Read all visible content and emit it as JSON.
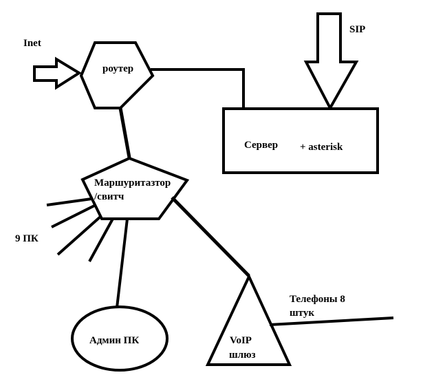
{
  "labels": {
    "inet": "Inet",
    "sip": "SIP",
    "router": "роутер",
    "server": "Сервер",
    "asterisk": "+ asterisk",
    "switch_line1": "Маршуритазтор",
    "switch_line2": "/свитч",
    "pcs": "9 ПК",
    "admin_pc": "Админ ПК",
    "voip_line1": "VoIP",
    "voip_line2": "шлюз",
    "phones_line1": "Телефоны 8",
    "phones_line2": "штук"
  },
  "colors": {
    "stroke": "#000000",
    "background": "#ffffff"
  }
}
